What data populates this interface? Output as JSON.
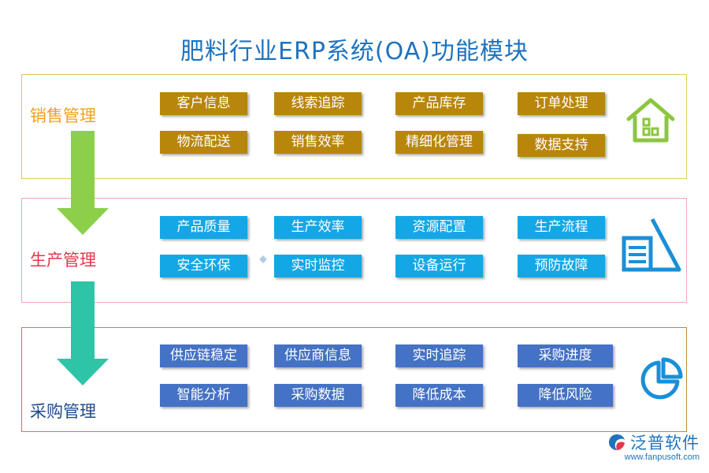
{
  "title": "肥料行业ERP系统(OA)功能模块",
  "sections": [
    {
      "label": "销售管理",
      "icon": "house-icon",
      "color": "#f0a020",
      "box_color": "#b8860b",
      "items": [
        "客户信息",
        "线索追踪",
        "产品库存",
        "订单处理",
        "物流配送",
        "销售效率",
        "精细化管理",
        "数据支持"
      ]
    },
    {
      "label": "生产管理",
      "icon": "triangle-list-icon",
      "color": "#e8364c",
      "box_color": "#14a7e6",
      "items": [
        "产品质量",
        "生产效率",
        "资源配置",
        "生产流程",
        "安全环保",
        "实时监控",
        "设备运行",
        "预防故障"
      ]
    },
    {
      "label": "采购管理",
      "icon": "pie-chart-icon",
      "color": "#1f4a8a",
      "box_color": "#4472c4",
      "items": [
        "供应链稳定",
        "供应商信息",
        "实时追踪",
        "采购进度",
        "智能分析",
        "采购数据",
        "降低成本",
        "降低风险"
      ]
    }
  ],
  "arrows": [
    {
      "from": "销售管理",
      "to": "生产管理",
      "color": "#8ccf4a"
    },
    {
      "from": "生产管理",
      "to": "采购管理",
      "color": "#2ec4a8"
    }
  ],
  "logo": {
    "name": "泛普软件",
    "url": "www.fanpusoft.com",
    "color": "#1e73be"
  }
}
